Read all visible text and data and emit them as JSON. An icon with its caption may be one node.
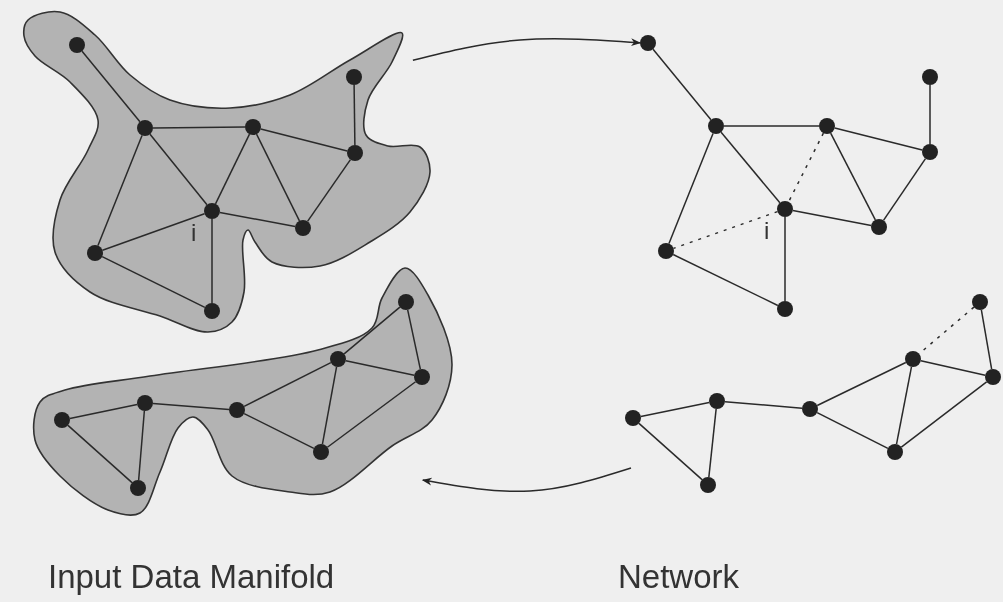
{
  "diagram": {
    "nodes": [
      {
        "text": [],
        "shape": "cloud"
      },
      {
        "text": [],
        "shape": "circle",
        "in": 0
      },
      {
        "text": [],
        "shape": "circle",
        "in": 0
      },
      {
        "text": [],
        "shape": "circle",
        "in": 0
      },
      {
        "text": [],
        "shape": "circle",
        "in": 0
      },
      {
        "text": [],
        "shape": "circle",
        "in": 0
      },
      {
        "text": [],
        "shape": "circle",
        "in": 0,
        "beside": [
          "i"
        ]
      },
      {
        "text": [],
        "shape": "circle",
        "in": 0
      },
      {
        "text": [],
        "shape": "circle",
        "in": 0
      },
      {
        "text": [],
        "shape": "circle",
        "in": 0
      },
      {
        "text": [],
        "shape": "cloud"
      },
      {
        "text": [],
        "shape": "circle",
        "in": 10
      },
      {
        "text": [],
        "shape": "circle",
        "in": 10
      },
      {
        "text": [],
        "shape": "circle",
        "in": 10
      },
      {
        "text": [],
        "shape": "circle",
        "in": 10
      },
      {
        "text": [],
        "shape": "circle",
        "in": 10
      },
      {
        "text": [],
        "shape": "circle",
        "in": 10
      },
      {
        "text": [],
        "shape": "circle",
        "in": 10
      },
      {
        "text": [],
        "shape": "circle",
        "in": 10
      },
      {
        "text": [],
        "shape": "circle"
      },
      {
        "text": [],
        "shape": "circle"
      },
      {
        "text": [],
        "shape": "circle"
      },
      {
        "text": [],
        "shape": "circle"
      },
      {
        "text": [],
        "shape": "circle"
      },
      {
        "text": [],
        "shape": "circle",
        "beside": [
          "i"
        ]
      },
      {
        "text": [],
        "shape": "circle"
      },
      {
        "text": [],
        "shape": "circle"
      },
      {
        "text": [],
        "shape": "circle"
      },
      {
        "text": [],
        "shape": "circle"
      },
      {
        "text": [],
        "shape": "circle"
      },
      {
        "text": [],
        "shape": "circle"
      },
      {
        "text": [],
        "shape": "circle"
      },
      {
        "text": [],
        "shape": "circle"
      },
      {
        "text": [],
        "shape": "circle"
      },
      {
        "text": [],
        "shape": "circle"
      },
      {
        "text": [],
        "shape": "circle"
      }
    ],
    "edges": [
      {
        "from": 1,
        "to": 2,
        "arrow": "none"
      },
      {
        "from": 2,
        "to": 3,
        "arrow": "none"
      },
      {
        "from": 2,
        "to": 6,
        "arrow": "none"
      },
      {
        "from": 2,
        "to": 8,
        "arrow": "none"
      },
      {
        "from": 3,
        "to": 6,
        "arrow": "none"
      },
      {
        "from": 3,
        "to": 7,
        "arrow": "none"
      },
      {
        "from": 3,
        "to": 5,
        "arrow": "none"
      },
      {
        "from": 4,
        "to": 5,
        "arrow": "none"
      },
      {
        "from": 5,
        "to": 7,
        "arrow": "none"
      },
      {
        "from": 6,
        "to": 7,
        "arrow": "none"
      },
      {
        "from": 6,
        "to": 8,
        "arrow": "none"
      },
      {
        "from": 6,
        "to": 9,
        "arrow": "none"
      },
      {
        "from": 8,
        "to": 9,
        "arrow": "none"
      },
      {
        "from": 0,
        "to": 19,
        "arrow": "to"
      },
      {
        "from": 19,
        "to": 20,
        "arrow": "none"
      },
      {
        "from": 20,
        "to": 21,
        "arrow": "none"
      },
      {
        "from": 20,
        "to": 24,
        "arrow": "none"
      },
      {
        "from": 20,
        "to": 26,
        "arrow": "none"
      },
      {
        "from": 21,
        "to": 24,
        "arrow": "none",
        "style": "dashed"
      },
      {
        "from": 21,
        "to": 25,
        "arrow": "none"
      },
      {
        "from": 21,
        "to": 23,
        "arrow": "none"
      },
      {
        "from": 22,
        "to": 23,
        "arrow": "none"
      },
      {
        "from": 23,
        "to": 25,
        "arrow": "none"
      },
      {
        "from": 24,
        "to": 25,
        "arrow": "none"
      },
      {
        "from": 24,
        "to": 26,
        "arrow": "none",
        "style": "dashed"
      },
      {
        "from": 24,
        "to": 27,
        "arrow": "none"
      },
      {
        "from": 26,
        "to": 27,
        "arrow": "none"
      },
      {
        "from": 11,
        "to": 12,
        "arrow": "none"
      },
      {
        "from": 11,
        "to": 13,
        "arrow": "none"
      },
      {
        "from": 12,
        "to": 13,
        "arrow": "none"
      },
      {
        "from": 12,
        "to": 14,
        "arrow": "none"
      },
      {
        "from": 12,
        "to": 15,
        "arrow": "none"
      },
      {
        "from": 13,
        "to": 15,
        "arrow": "none"
      },
      {
        "from": 14,
        "to": 15,
        "arrow": "none"
      },
      {
        "from": 14,
        "to": 16,
        "arrow": "none"
      },
      {
        "from": 16,
        "to": 17,
        "arrow": "none"
      },
      {
        "from": 16,
        "to": 18,
        "arrow": "none"
      },
      {
        "from": 17,
        "to": 18,
        "arrow": "none"
      },
      {
        "from": null,
        "to": 10,
        "arrow": "to"
      },
      {
        "from": 28,
        "to": 29,
        "arrow": "none",
        "style": "dashed"
      },
      {
        "from": 28,
        "to": 30,
        "arrow": "none"
      },
      {
        "from": 29,
        "to": 30,
        "arrow": "none"
      },
      {
        "from": 29,
        "to": 31,
        "arrow": "none"
      },
      {
        "from": 29,
        "to": 32,
        "arrow": "none"
      },
      {
        "from": 30,
        "to": 32,
        "arrow": "none"
      },
      {
        "from": 31,
        "to": 32,
        "arrow": "none"
      },
      {
        "from": 31,
        "to": 33,
        "arrow": "none"
      },
      {
        "from": 33,
        "to": 34,
        "arrow": "none"
      },
      {
        "from": 33,
        "to": 35,
        "arrow": "none"
      },
      {
        "from": 34,
        "to": 35,
        "arrow": "none"
      }
    ],
    "labels": [
      "Input Data Manifold",
      "Network"
    ]
  }
}
